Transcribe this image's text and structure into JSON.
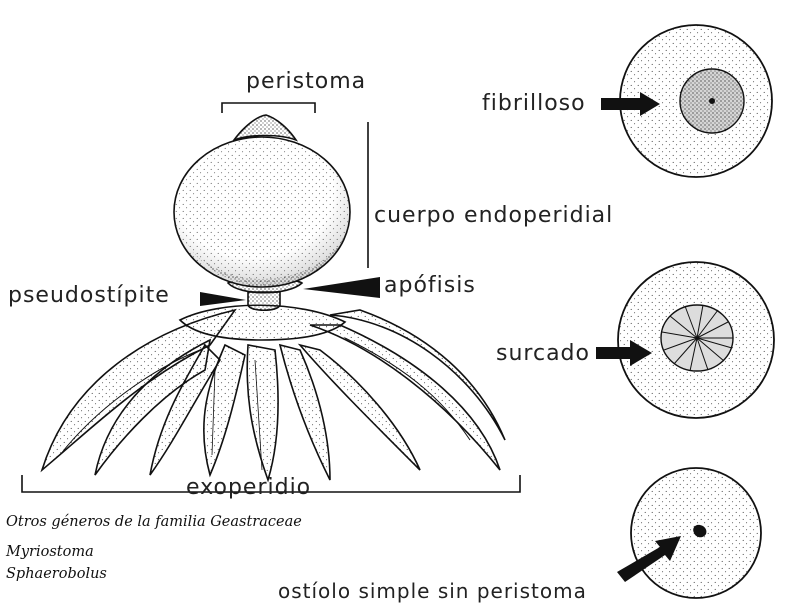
{
  "labels": {
    "peristoma": "peristoma",
    "cuerpo": "cuerpo endoperidial",
    "pseudostipite": "pseudostípite",
    "apofisis": "apófisis",
    "exoperidio": "exoperidio",
    "fibrilloso": "fibrilloso",
    "surcado": "surcado",
    "ostiolo": "ostíolo simple sin peristoma"
  },
  "notes": {
    "heading": "Otros géneros de la familia Geastraceae",
    "genus_1": "Myriostoma",
    "genus_2": "Sphaerobolus"
  },
  "colors": {
    "ink": "#111111",
    "background": "#ffffff"
  }
}
